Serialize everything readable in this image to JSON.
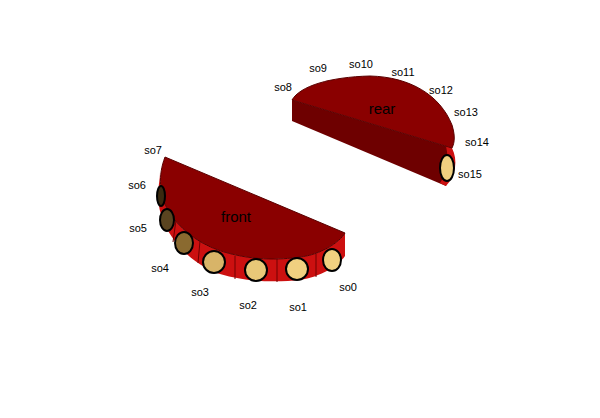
{
  "diagram": {
    "nodes": [
      {
        "text": [
          "front"
        ]
      },
      {
        "text": [
          "rear"
        ]
      }
    ],
    "labels": [
      "so0",
      "so1",
      "so2",
      "so3",
      "so4",
      "so5",
      "so6",
      "so7",
      "so8",
      "so9",
      "so10",
      "so11",
      "so12",
      "so13",
      "so14",
      "so15"
    ]
  }
}
